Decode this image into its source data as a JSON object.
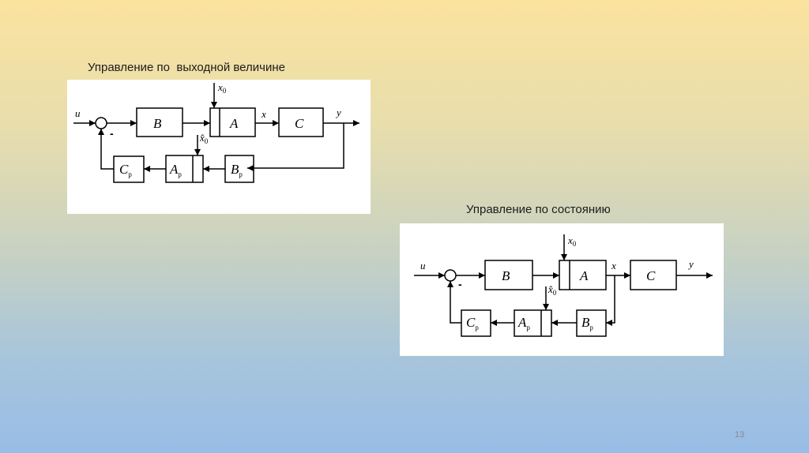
{
  "slide": {
    "caption_output": "Управление по  выходной величине",
    "caption_state": "Управление по состоянию",
    "slide_number": "13"
  },
  "diagram_output": {
    "blocks": {
      "b": {
        "main": "B",
        "sub": ""
      },
      "a": {
        "main": "A",
        "sub": ""
      },
      "c": {
        "main": "C",
        "sub": ""
      },
      "cp": {
        "main": "C",
        "sub": "p"
      },
      "ap": {
        "main": "A",
        "sub": "p"
      },
      "bp": {
        "main": "B",
        "sub": "p"
      }
    },
    "signals": {
      "u": "u",
      "x": "x",
      "y": "y",
      "x0": "x",
      "x0_sub": "0",
      "x0hat": "x̂",
      "x0hat_sub": "0",
      "minus": "-"
    }
  },
  "diagram_state": {
    "blocks": {
      "b": {
        "main": "B",
        "sub": ""
      },
      "a": {
        "main": "A",
        "sub": ""
      },
      "c": {
        "main": "C",
        "sub": ""
      },
      "cp": {
        "main": "C",
        "sub": "p"
      },
      "ap": {
        "main": "A",
        "sub": "p"
      },
      "bp": {
        "main": "B",
        "sub": "p"
      }
    },
    "signals": {
      "u": "u",
      "x": "x",
      "y": "y",
      "x0": "x",
      "x0_sub": "0",
      "x0hat": "x̂",
      "x0hat_sub": "0",
      "minus": "-"
    }
  }
}
